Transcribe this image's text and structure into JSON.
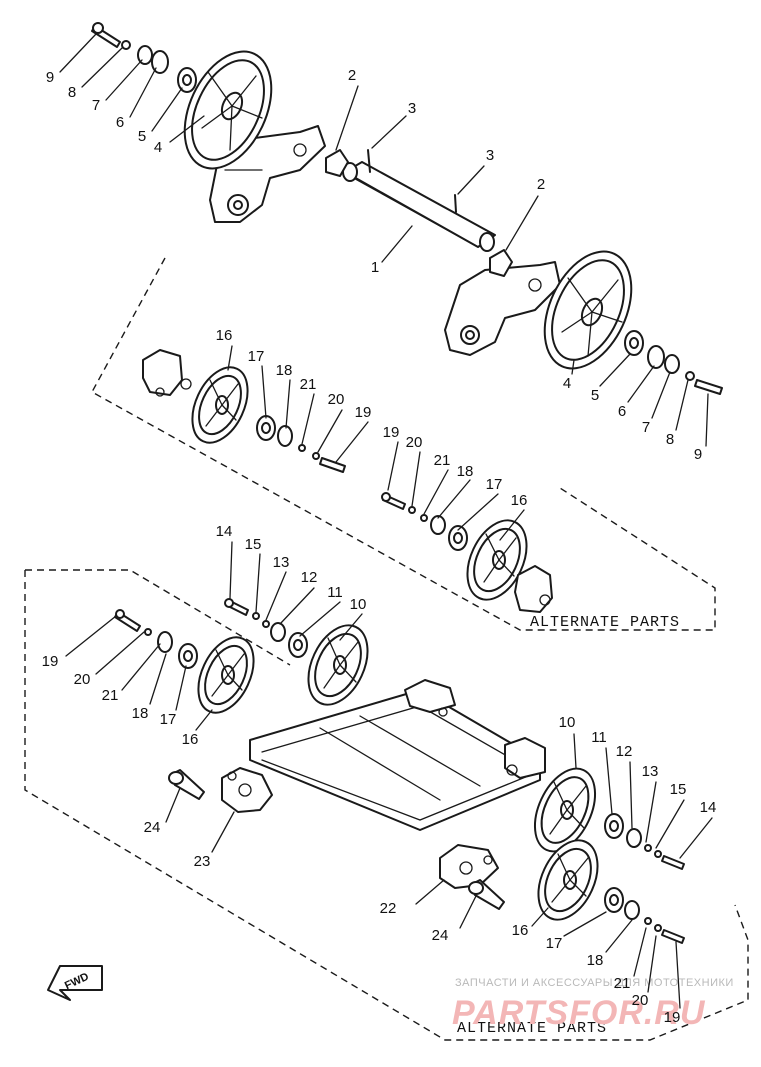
{
  "diagram": {
    "caption_top": "ALTERNATE PARTS",
    "caption_bottom": "ALTERNATE PARTS",
    "fwd_label": "FWD",
    "watermark": {
      "line1": "ЗАПЧАСТИ И АКСЕССУАРЫ ДЛЯ МОТОТЕХНИКИ",
      "logo": "PARTSFOR.RU"
    },
    "callouts": [
      {
        "id": "c9a",
        "text": "9"
      },
      {
        "id": "c8a",
        "text": "8"
      },
      {
        "id": "c7a",
        "text": "7"
      },
      {
        "id": "c6a",
        "text": "6"
      },
      {
        "id": "c5a",
        "text": "5"
      },
      {
        "id": "c4a",
        "text": "4"
      },
      {
        "id": "c2a",
        "text": "2"
      },
      {
        "id": "c3a",
        "text": "3"
      },
      {
        "id": "c3b",
        "text": "3"
      },
      {
        "id": "c2b",
        "text": "2"
      },
      {
        "id": "c1",
        "text": "1"
      },
      {
        "id": "c4b",
        "text": "4"
      },
      {
        "id": "c5b",
        "text": "5"
      },
      {
        "id": "c6b",
        "text": "6"
      },
      {
        "id": "c7b",
        "text": "7"
      },
      {
        "id": "c8b",
        "text": "8"
      },
      {
        "id": "c9b",
        "text": "9"
      },
      {
        "id": "c16a",
        "text": "16"
      },
      {
        "id": "c17a",
        "text": "17"
      },
      {
        "id": "c18a",
        "text": "18"
      },
      {
        "id": "c21a",
        "text": "21"
      },
      {
        "id": "c20a",
        "text": "20"
      },
      {
        "id": "c19a",
        "text": "19"
      },
      {
        "id": "c19b",
        "text": "19"
      },
      {
        "id": "c20b",
        "text": "20"
      },
      {
        "id": "c21b",
        "text": "21"
      },
      {
        "id": "c18b",
        "text": "18"
      },
      {
        "id": "c17b",
        "text": "17"
      },
      {
        "id": "c16b",
        "text": "16"
      },
      {
        "id": "c14a",
        "text": "14"
      },
      {
        "id": "c15a",
        "text": "15"
      },
      {
        "id": "c13a",
        "text": "13"
      },
      {
        "id": "c12a",
        "text": "12"
      },
      {
        "id": "c11a",
        "text": "11"
      },
      {
        "id": "c10a",
        "text": "10"
      },
      {
        "id": "c19c",
        "text": "19"
      },
      {
        "id": "c20c",
        "text": "20"
      },
      {
        "id": "c21c",
        "text": "21"
      },
      {
        "id": "c18c",
        "text": "18"
      },
      {
        "id": "c17c",
        "text": "17"
      },
      {
        "id": "c16c",
        "text": "16"
      },
      {
        "id": "c10b",
        "text": "10"
      },
      {
        "id": "c11b",
        "text": "11"
      },
      {
        "id": "c12b",
        "text": "12"
      },
      {
        "id": "c13b",
        "text": "13"
      },
      {
        "id": "c15b",
        "text": "15"
      },
      {
        "id": "c14b",
        "text": "14"
      },
      {
        "id": "c24a",
        "text": "24"
      },
      {
        "id": "c23",
        "text": "23"
      },
      {
        "id": "c22",
        "text": "22"
      },
      {
        "id": "c24b",
        "text": "24"
      },
      {
        "id": "c16d",
        "text": "16"
      },
      {
        "id": "c17d",
        "text": "17"
      },
      {
        "id": "c18d",
        "text": "18"
      },
      {
        "id": "c21d",
        "text": "21"
      },
      {
        "id": "c20d",
        "text": "20"
      },
      {
        "id": "c19d",
        "text": "19"
      }
    ]
  }
}
